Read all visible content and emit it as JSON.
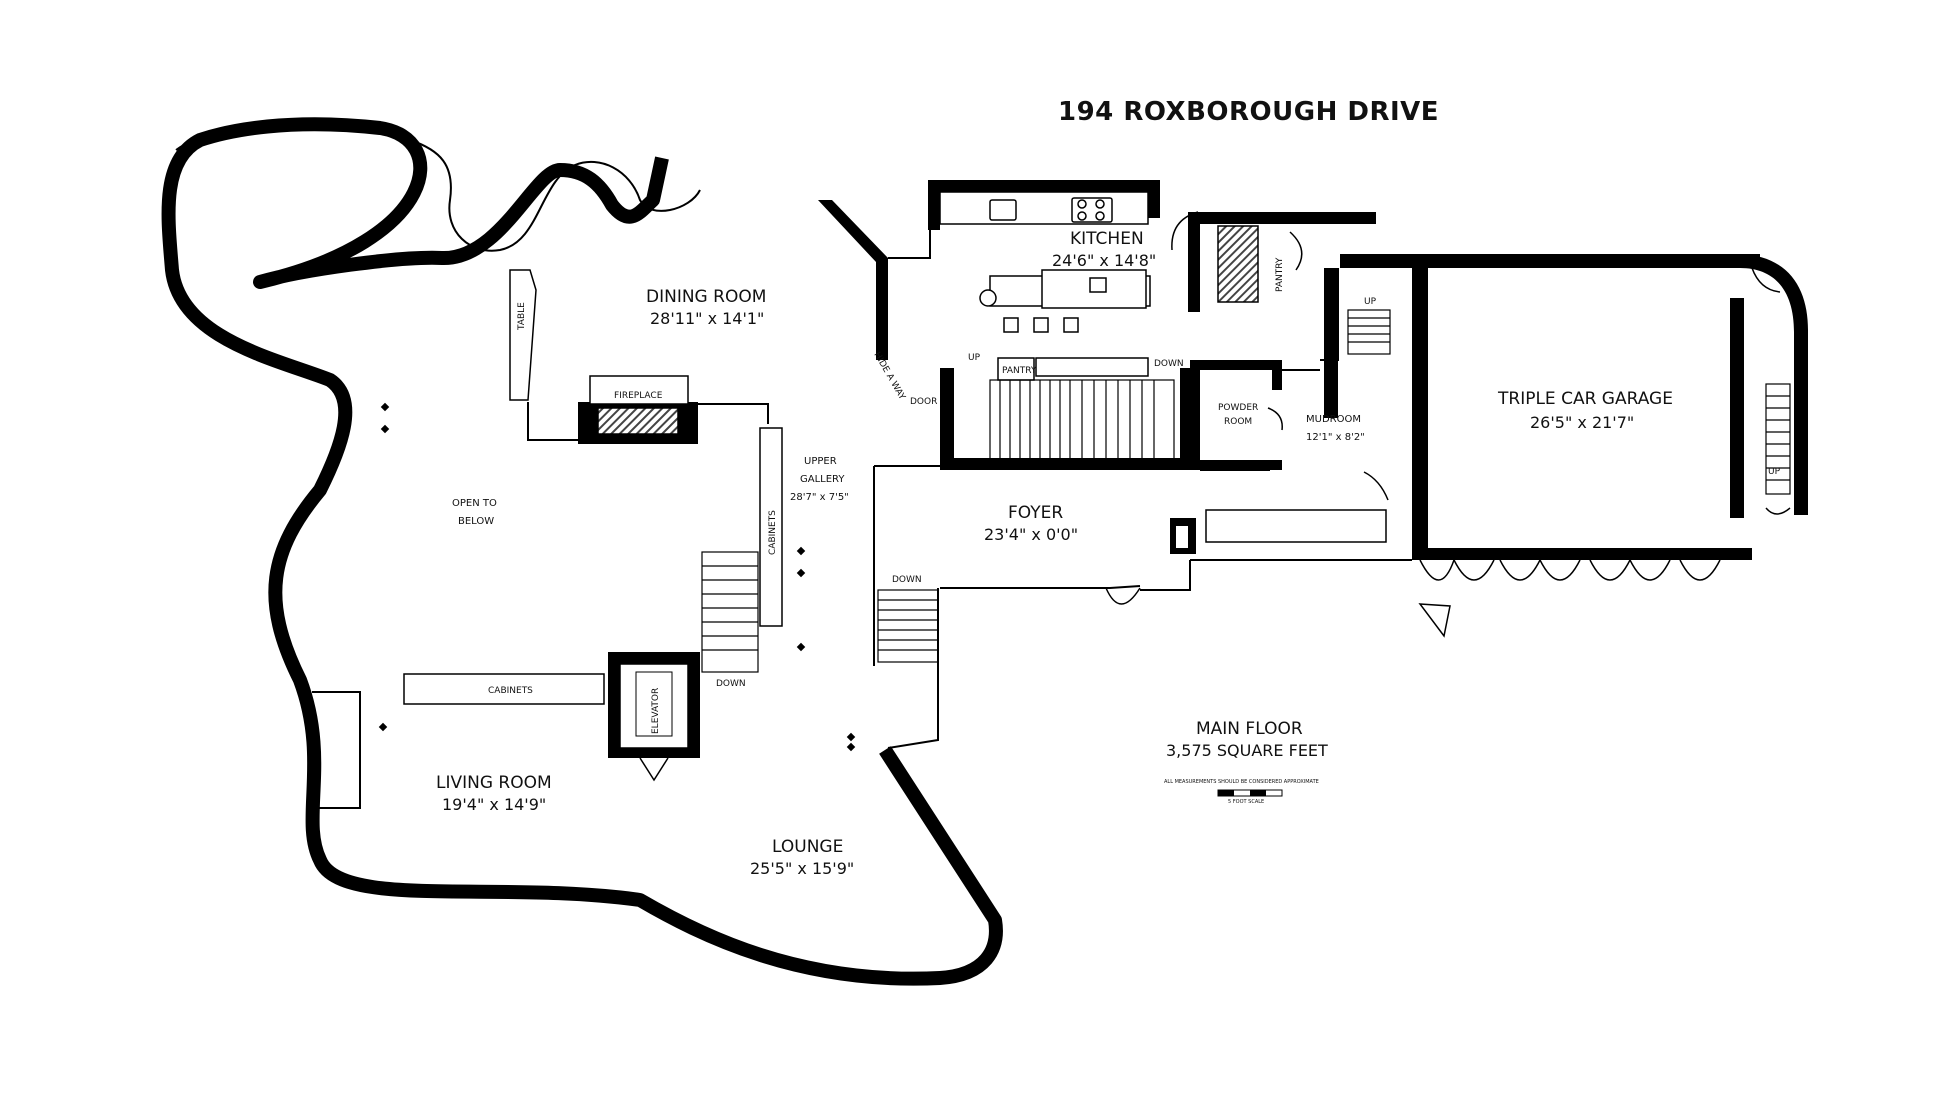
{
  "title": "194 ROXBOROUGH DRIVE",
  "floor": {
    "name": "MAIN FLOOR",
    "area": "3,575 SQUARE FEET"
  },
  "disclaimer": "ALL MEASUREMENTS SHOULD BE CONSIDERED APPROXIMATE",
  "scale_label": "5 FOOT SCALE",
  "rooms": {
    "kitchen": {
      "name": "KITCHEN",
      "dims": "24'6\" x 14'8\""
    },
    "dining": {
      "name": "DINING ROOM",
      "dims": "28'11\" x 14'1\""
    },
    "upper_gallery": {
      "name_line1": "UPPER",
      "name_line2": "GALLERY",
      "dims": "28'7\" x 7'5\""
    },
    "open_to_below": {
      "line1": "OPEN TO",
      "line2": "BELOW"
    },
    "foyer": {
      "name": "FOYER",
      "dims": "23'4\" x 0'0\""
    },
    "mudroom": {
      "name": "MUDROOM",
      "dims": "12'1\" x 8'2\""
    },
    "powder": {
      "line1": "POWDER",
      "line2": "ROOM"
    },
    "garage": {
      "name": "TRIPLE CAR GARAGE",
      "dims": "26'5\" x 21'7\""
    },
    "living": {
      "name": "LIVING ROOM",
      "dims": "19'4\" x 14'9\""
    },
    "lounge": {
      "name": "LOUNGE",
      "dims": "25'5\" x 15'9\""
    }
  },
  "features": {
    "table": "TABLE",
    "fireplace": "FIREPLACE",
    "cabinets_vertical": "CABINETS",
    "cabinets_horizontal": "CABINETS",
    "elevator": "ELEVATOR",
    "pantry_kitchen": "PANTRY",
    "pantry_small": "PANTRY",
    "hide_a_way": "HIDE A WAY",
    "door": "DOOR"
  },
  "stairs": {
    "up_center": "UP",
    "down_center": "DOWN",
    "up_mudroom": "UP",
    "up_garage": "UP",
    "down_foyer": "DOWN",
    "down_gallery": "DOWN"
  }
}
